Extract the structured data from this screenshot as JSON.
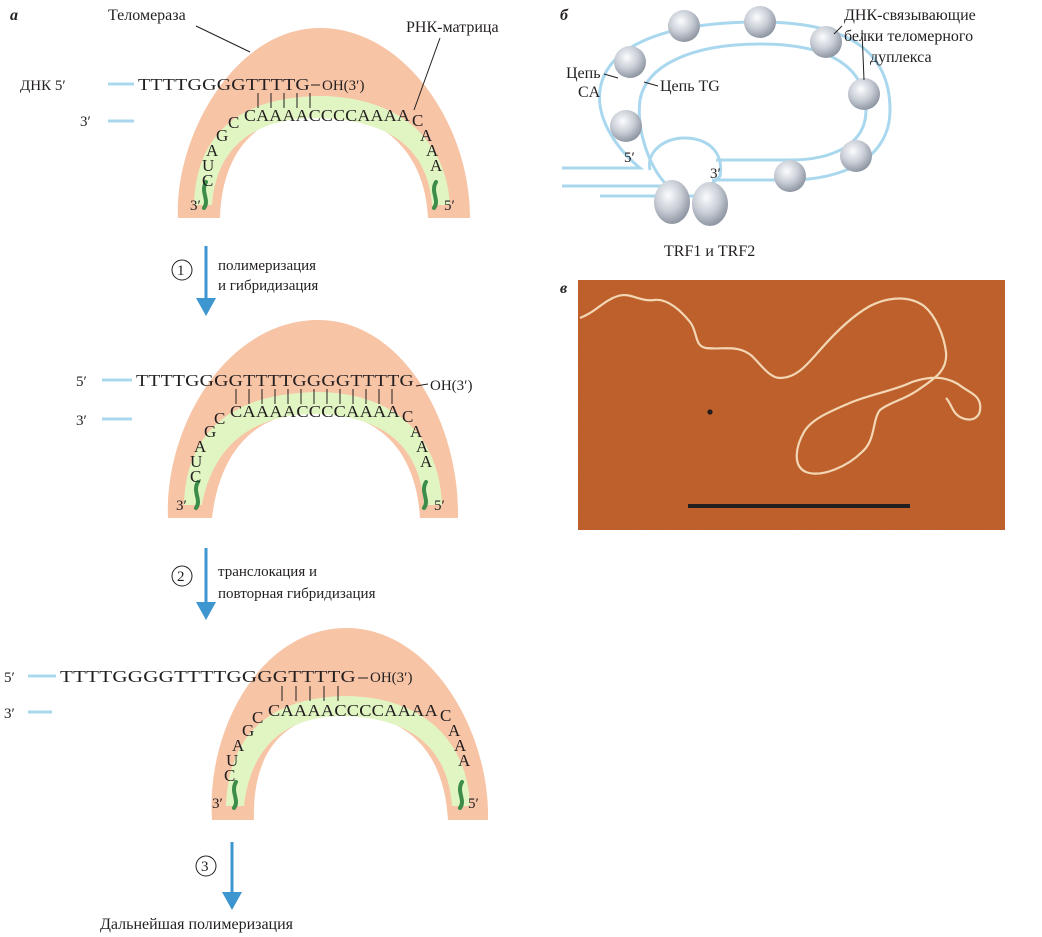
{
  "panels": {
    "a": "а",
    "b": "б",
    "v": "в"
  },
  "colors": {
    "telomerase": "#f7c4a6",
    "rna_template": "#e1f5c3",
    "rna_end": "#3c8d4a",
    "dna_strand": "#a9d8ee",
    "arrow": "#3d96cf",
    "micrograph": "#c4602d",
    "protein": "#c9ced6"
  },
  "stage1": {
    "enzyme_label": "Теломераза",
    "template_label": "РНК-матрица",
    "dna_label": "ДНК 5′",
    "top_seq": "TTTTGGGGTTTTG",
    "oh": "OH(3′)",
    "lower_3": "3′",
    "rna_left": [
      "A",
      "G",
      "C",
      "U",
      "C"
    ],
    "rna_mid": "CAAAACCCCAAAA",
    "rna_right": [
      "C",
      "A",
      "A",
      "A"
    ],
    "rna_3": "3′",
    "rna_5": "5′"
  },
  "step1": {
    "num": "1",
    "line1": "полимеризация",
    "line2": "и гибридизация"
  },
  "stage2": {
    "dna_5": "5′",
    "top_seq": "TTTTGGGGTTTTGGGGTTTTG",
    "oh": "OH(3′)",
    "lower_3": "3′",
    "rna_left": [
      "A",
      "G",
      "C",
      "U",
      "C"
    ],
    "rna_mid": "CAAAACCCCAAAA",
    "rna_right": [
      "C",
      "A",
      "A",
      "A"
    ],
    "rna_3": "3′",
    "rna_5": "5′"
  },
  "step2": {
    "num": "2",
    "line1": "транслокация и",
    "line2": "повторная гибридизация"
  },
  "stage3": {
    "dna_5": "5′",
    "top_seq": "TTTTGGGGTTTTGGGGTTTTG",
    "oh": "OH(3′)",
    "lower_3": "3′",
    "rna_left": [
      "A",
      "G",
      "C",
      "U",
      "C"
    ],
    "rna_mid": "CAAAACCCCAAAA",
    "rna_right": [
      "C",
      "A",
      "A",
      "A"
    ],
    "rna_3": "3′",
    "rna_5": "5′"
  },
  "step3": {
    "num": "3",
    "final": "Дальнейшая полимеризация"
  },
  "panel_b": {
    "binding_label_lines": [
      "ДНК-связывающие",
      "белки теломерного",
      "дуплекса"
    ],
    "strand_ca_lines": [
      "Цепь",
      "CA"
    ],
    "strand_tg": "Цепь TG",
    "five_prime": "5′",
    "three_prime": "3′",
    "trf_label": "TRF1 и TRF2"
  }
}
